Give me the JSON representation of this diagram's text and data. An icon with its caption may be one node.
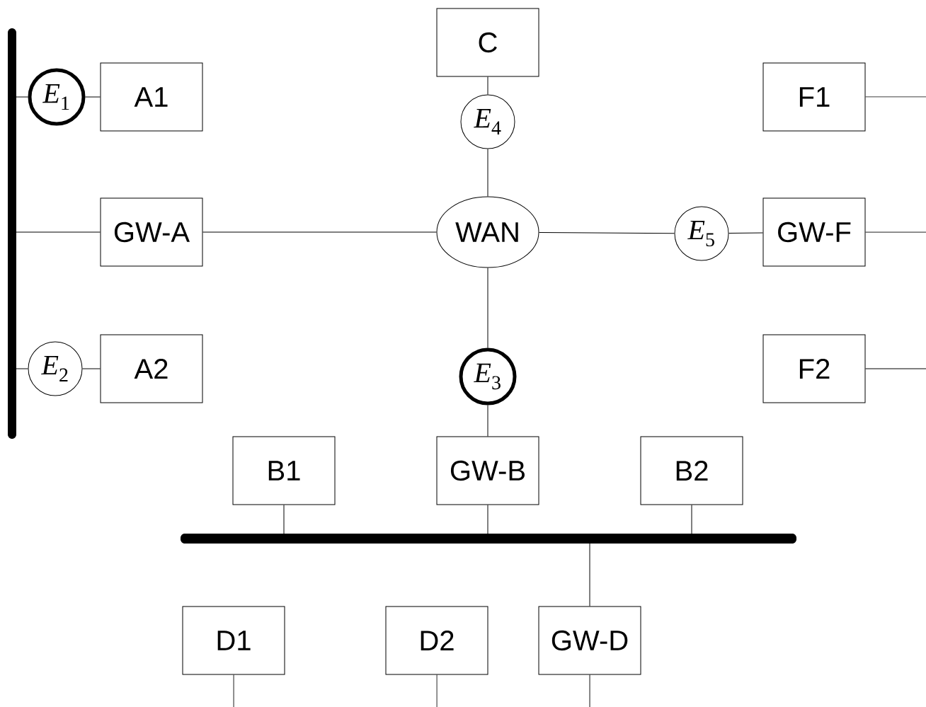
{
  "diagram": {
    "nodes": [
      {
        "text": [],
        "shape": "bar"
      },
      {
        "text": [
          "*E*$_{1}$"
        ]
      },
      {
        "text": [
          "A1"
        ]
      },
      {
        "text": [
          "GW-A"
        ]
      },
      {
        "text": [
          "*E*$_{2}$"
        ]
      },
      {
        "text": [
          "A2"
        ]
      },
      {
        "text": [
          "C"
        ]
      },
      {
        "text": [
          "*E*$_{4}$"
        ]
      },
      {
        "text": [
          "WAN"
        ]
      },
      {
        "text": [
          "*E*$_{5}$"
        ]
      },
      {
        "text": [
          "GW-F"
        ]
      },
      {
        "text": [
          "F1"
        ]
      },
      {
        "text": [
          "F2"
        ]
      },
      {
        "text": [
          "*E*$_{3}$"
        ]
      },
      {
        "text": [
          "B1"
        ]
      },
      {
        "text": [
          "GW-B"
        ]
      },
      {
        "text": [
          "B2"
        ]
      },
      {
        "text": [],
        "shape": "bar"
      },
      {
        "text": [
          "D1"
        ]
      },
      {
        "text": [
          "D2"
        ]
      },
      {
        "text": [
          "GW-D"
        ]
      }
    ],
    "edges": [
      {
        "from": 0,
        "to": 1,
        "arrow": "none"
      },
      {
        "from": 1,
        "to": 2,
        "arrow": "none"
      },
      {
        "from": 0,
        "to": 3,
        "arrow": "none"
      },
      {
        "from": 0,
        "to": 4,
        "arrow": "none"
      },
      {
        "from": 4,
        "to": 5,
        "arrow": "none"
      },
      {
        "from": 3,
        "to": 8,
        "arrow": "none"
      },
      {
        "from": 6,
        "to": 7,
        "arrow": "none"
      },
      {
        "from": 7,
        "to": 8,
        "arrow": "none"
      },
      {
        "from": 8,
        "to": 9,
        "arrow": "none"
      },
      {
        "from": 9,
        "to": 10,
        "arrow": "none"
      },
      {
        "from": 11,
        "to": null,
        "arrow": "none"
      },
      {
        "from": 10,
        "to": null,
        "arrow": "none"
      },
      {
        "from": 12,
        "to": null,
        "arrow": "none"
      },
      {
        "from": 8,
        "to": 13,
        "arrow": "none"
      },
      {
        "from": 13,
        "to": 15,
        "arrow": "none"
      },
      {
        "from": 14,
        "to": 17,
        "arrow": "none"
      },
      {
        "from": 15,
        "to": 17,
        "arrow": "none"
      },
      {
        "from": 16,
        "to": 17,
        "arrow": "none"
      },
      {
        "from": 17,
        "to": 20,
        "arrow": "none"
      },
      {
        "from": 18,
        "to": null,
        "arrow": "none"
      },
      {
        "from": 19,
        "to": null,
        "arrow": "none"
      },
      {
        "from": 20,
        "to": null,
        "arrow": "none"
      }
    ]
  }
}
